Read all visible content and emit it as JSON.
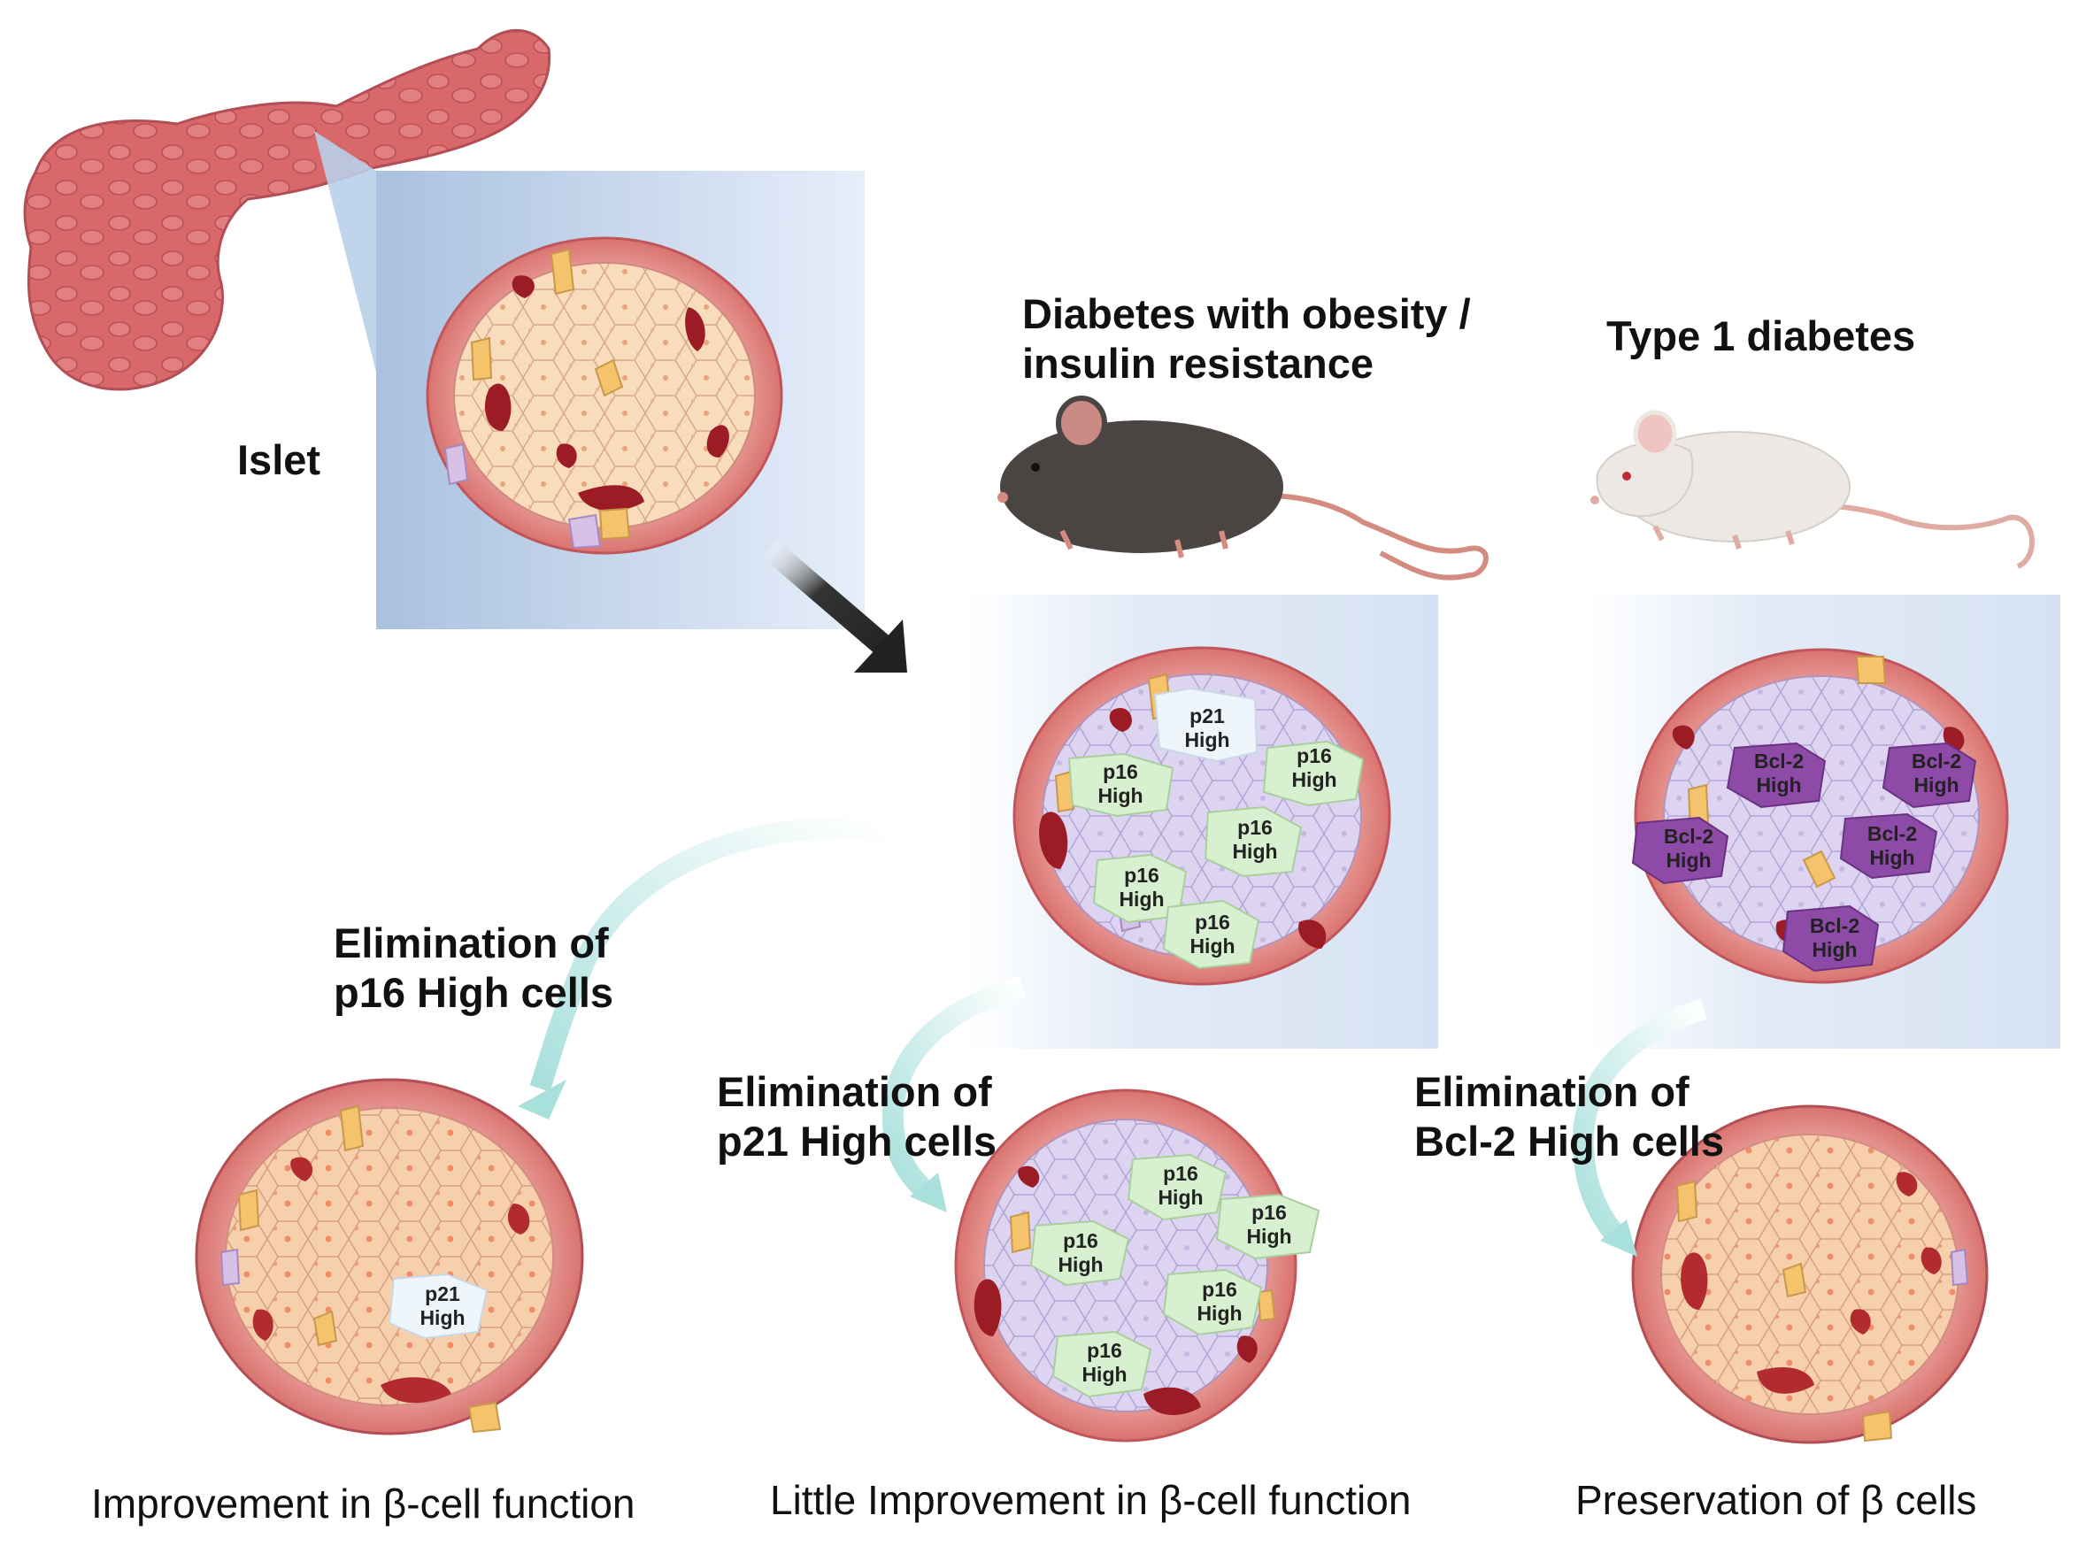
{
  "labels": {
    "islet": "Islet",
    "obesity_line1": "Diabetes with obesity /",
    "obesity_line2": "insulin resistance",
    "type1": "Type 1 diabetes",
    "elim_p16_line1": "Elimination of",
    "elim_p16_line2": "p16 High cells",
    "elim_p21_line1": "Elimination of",
    "elim_p21_line2": "p21 High cells",
    "elim_bcl2_line1": "Elimination of",
    "elim_bcl2_line2": "Bcl-2 High cells"
  },
  "outcomes": {
    "improvement": "Improvement in β-cell function",
    "little_improvement": "Little Improvement in β-cell function",
    "preservation": "Preservation of β cells"
  },
  "cell_markers": {
    "p16": "p16",
    "p21": "p21",
    "bcl2": "Bcl-2",
    "high": "High"
  },
  "colors": {
    "pancreas": "#d9686b",
    "islet_beta_normal": "#f7d9b8",
    "islet_beta_senescent": "#d9d0ef",
    "islet_rim": "#e99a96",
    "p16_cell": "#d7f0cf",
    "p21_cell": "#eef5fb",
    "bcl2_cell": "#8d4aa6",
    "elimination_arrow": "#a8e0dc",
    "mouse_black": "#4a4443",
    "mouse_white": "#ece8e4"
  }
}
